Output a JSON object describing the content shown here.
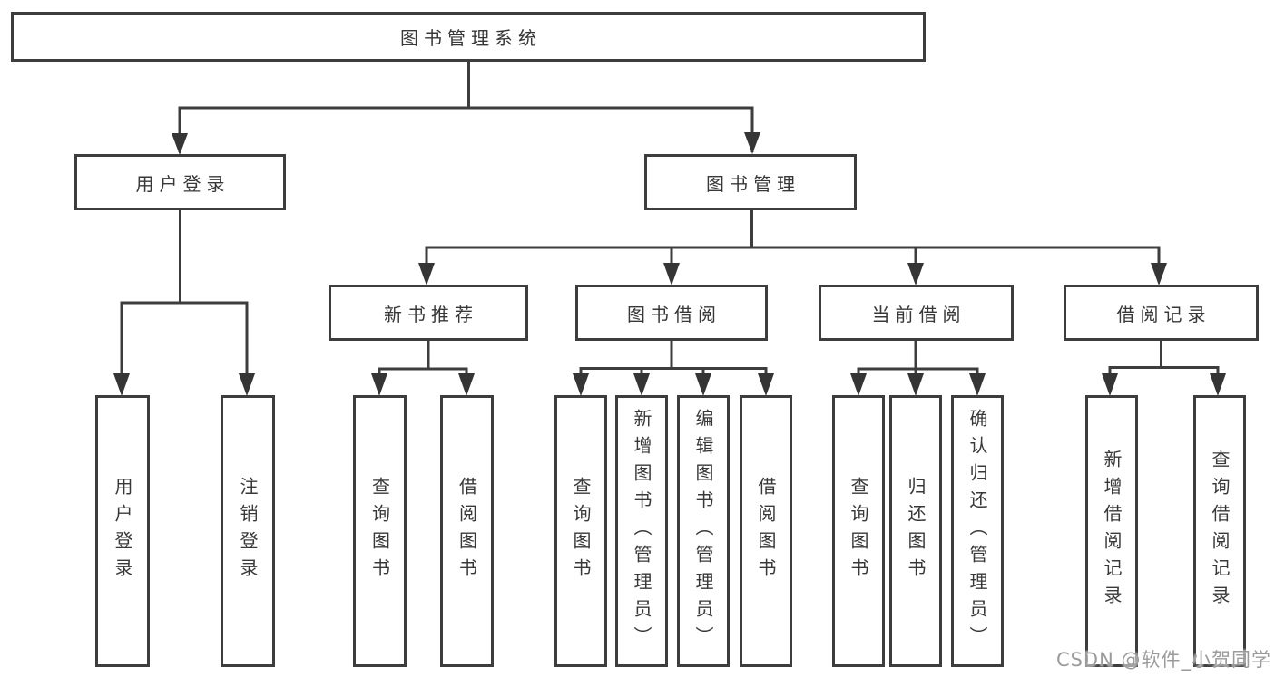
{
  "diagram": {
    "root": {
      "label": "图书管理系统"
    },
    "level2": [
      {
        "label": "用户登录"
      },
      {
        "label": "图书管理"
      }
    ],
    "groups": [
      {
        "parent": "用户登录",
        "children": [
          "用户登录",
          "注销登录"
        ]
      },
      {
        "parent": "新书推荐",
        "children": [
          "查询图书",
          "借阅图书"
        ]
      },
      {
        "parent": "图书借阅",
        "children": [
          "查询图书",
          "新增图书（管理员）",
          "编辑图书（管理员）",
          "借阅图书"
        ]
      },
      {
        "parent": "当前借阅",
        "children": [
          "查询图书",
          "归还图书",
          "确认归还（管理员）"
        ]
      },
      {
        "parent": "借阅记录",
        "children": [
          "新增借阅记录",
          "查询借阅记录"
        ]
      }
    ],
    "colors": {
      "line": "#3d3d3d",
      "text": "#383838",
      "watermark_text": "#9b9b9b",
      "background": "#ffffff"
    }
  },
  "watermark": "CSDN @软件_小贺同学"
}
